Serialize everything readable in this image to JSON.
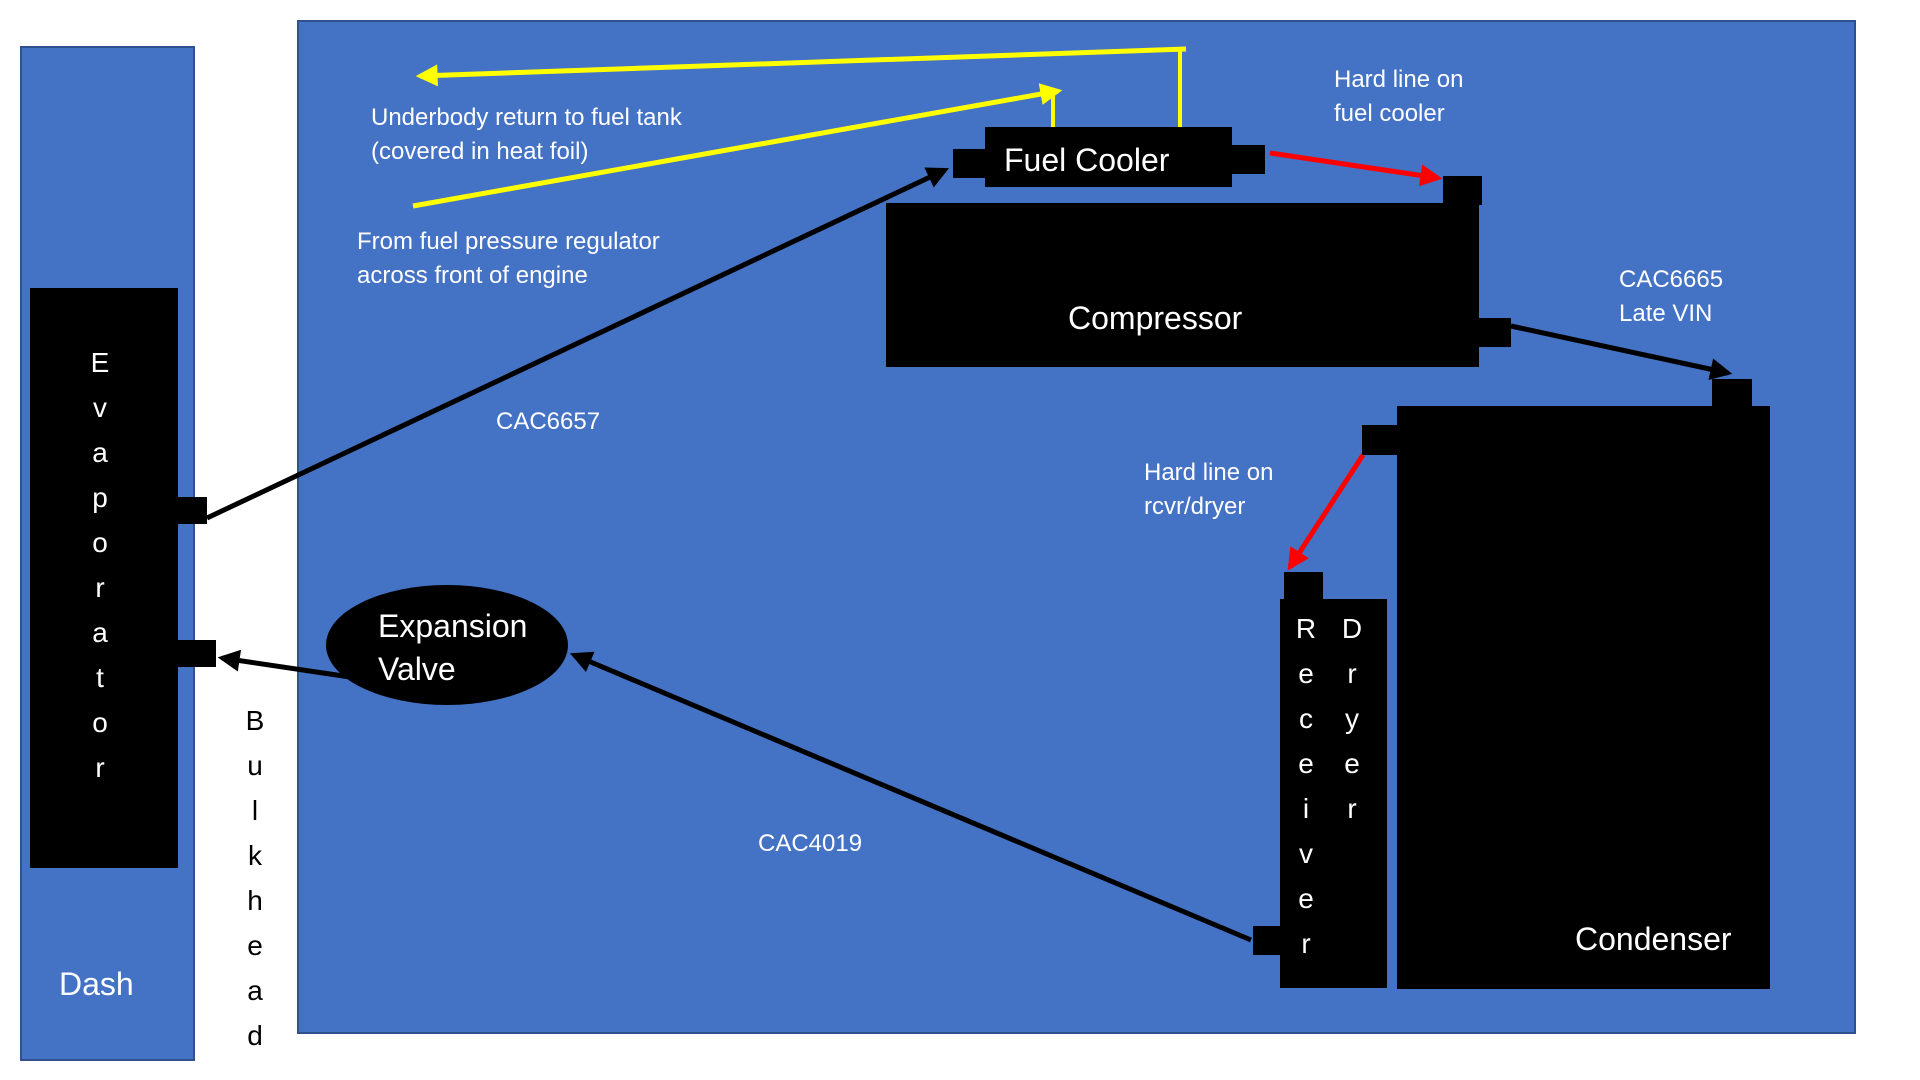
{
  "diagram": {
    "title": "",
    "regions": {
      "dash": {
        "label": "Dash"
      },
      "bulkhead": {
        "label": "Bulkhead",
        "letters": [
          "B",
          "u",
          "l",
          "k",
          "h",
          "e",
          "a",
          "d"
        ]
      },
      "engine_bay": {
        "label": ""
      }
    },
    "components": {
      "evaporator": {
        "label": "Evaporator",
        "letters": [
          "E",
          "v",
          "a",
          "p",
          "o",
          "r",
          "a",
          "t",
          "o",
          "r"
        ]
      },
      "fuel_cooler": {
        "label": "Fuel Cooler"
      },
      "compressor": {
        "label": "Compressor"
      },
      "condenser": {
        "label": "Condenser"
      },
      "receiver_dryer": {
        "label": "Receiver Dryer",
        "receiver_letters": [
          "R",
          "e",
          "c",
          "e",
          "i",
          "v",
          "e",
          "r"
        ],
        "dryer_letters": [
          "D",
          "r",
          "y",
          "e",
          "r"
        ]
      },
      "expansion_valve": {
        "label_line1": "Expansion",
        "label_line2": "Valve"
      }
    },
    "annotations": {
      "underbody_return": {
        "line1": "Underbody return to fuel  tank",
        "line2": "(covered in heat foil)"
      },
      "from_regulator": {
        "line1": "From fuel pressure regulator",
        "line2": "across front of engine"
      },
      "hard_line_fuel_cooler": {
        "line1": "Hard line on",
        "line2": "fuel cooler"
      },
      "cac6665": {
        "line1": "CAC6665",
        "line2": "Late VIN"
      },
      "cac6657": {
        "line1": "CAC6657"
      },
      "hard_line_rcvr": {
        "line1": "Hard line on",
        "line2": "rcvr/dryer"
      },
      "cac4019": {
        "line1": "CAC4019"
      }
    },
    "connections": [
      {
        "from": "evaporator",
        "to": "fuel_cooler",
        "color": "black",
        "label": "CAC6657"
      },
      {
        "from": "fuel_cooler",
        "to": "compressor",
        "color": "red",
        "label": "Hard line on fuel cooler"
      },
      {
        "from": "compressor",
        "to": "condenser",
        "color": "black",
        "label": "CAC6665 Late VIN"
      },
      {
        "from": "condenser",
        "to": "receiver_dryer",
        "color": "red",
        "label": "Hard line on rcvr/dryer"
      },
      {
        "from": "receiver_dryer",
        "to": "expansion_valve",
        "color": "black",
        "label": "CAC4019"
      },
      {
        "from": "expansion_valve",
        "to": "evaporator",
        "color": "black",
        "label": ""
      },
      {
        "from": "fuel_pressure_regulator",
        "to": "fuel_cooler",
        "color": "yellow",
        "label": "From fuel pressure regulator across front of engine"
      },
      {
        "from": "fuel_cooler",
        "to": "fuel_tank",
        "color": "yellow",
        "label": "Underbody return to fuel tank (covered in heat foil)"
      }
    ],
    "colors": {
      "panel": "#4472C4",
      "panel_border": "#2F528F",
      "component": "#000000",
      "fuel_line": "#FFFF00",
      "hard_line": "#FF0000",
      "hose": "#000000",
      "text_light": "#FFFFFF",
      "text_dark": "#000000"
    }
  }
}
